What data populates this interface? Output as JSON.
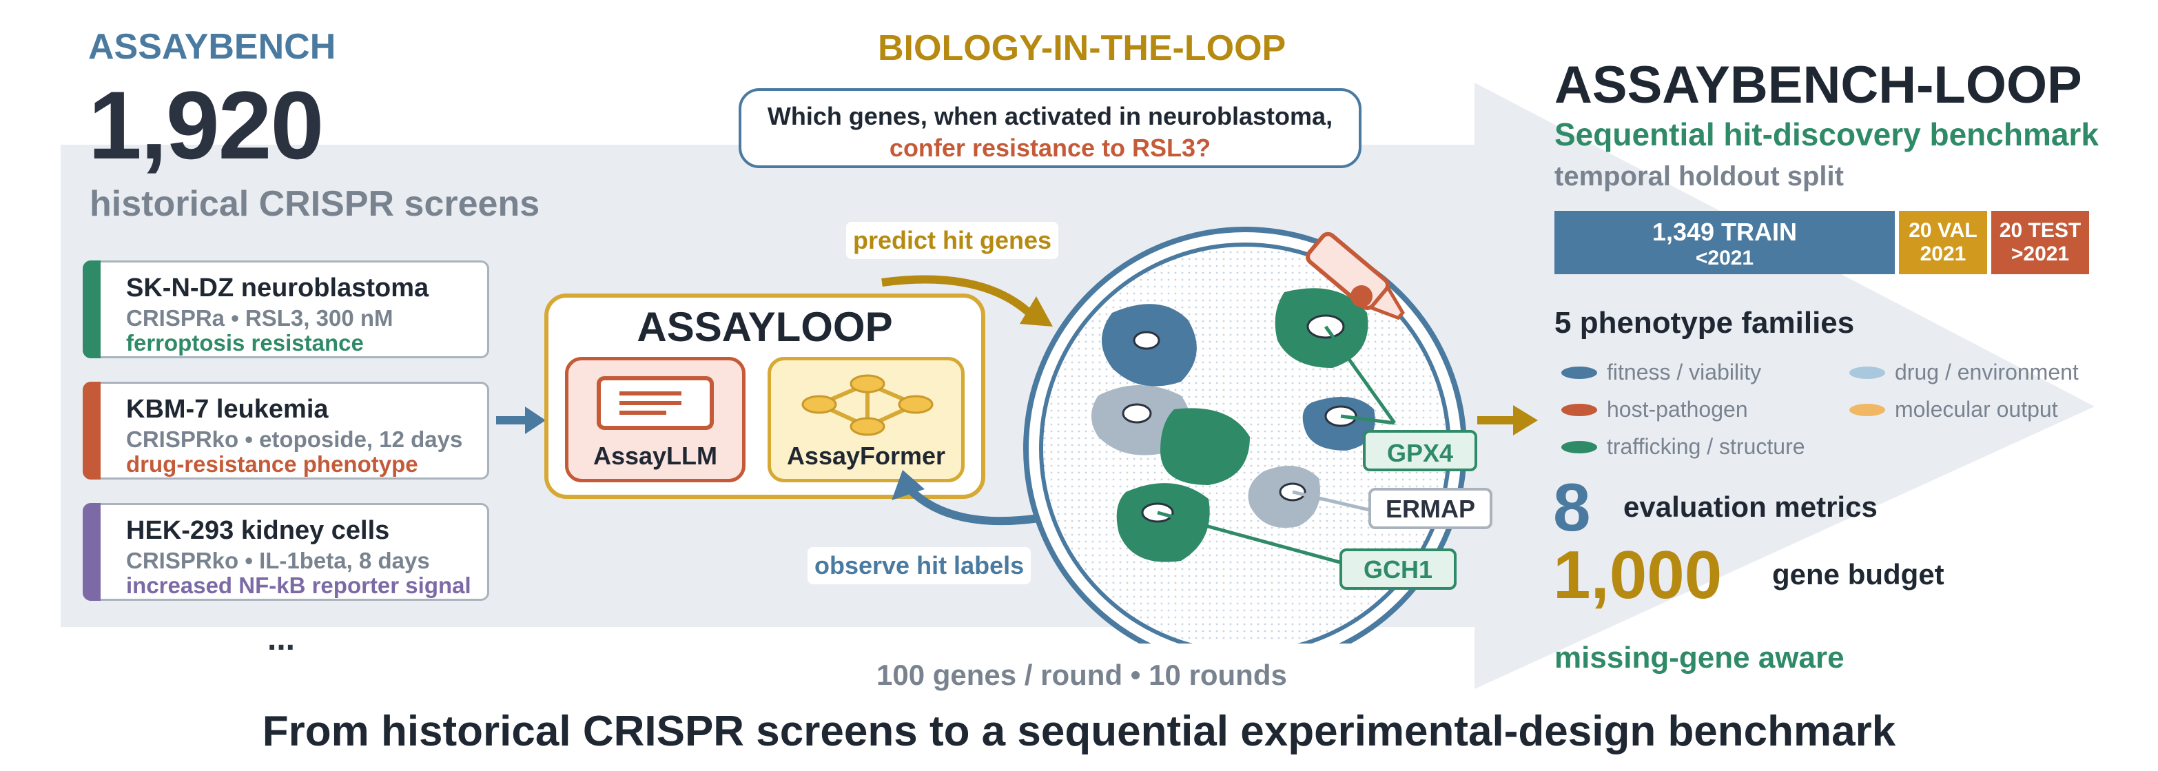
{
  "colors": {
    "blue": "#4a7a9f",
    "navy": "#2b3240",
    "gray": "#79838f",
    "gold": "#b68a10",
    "green": "#2f8a67",
    "orange": "#c45a37",
    "purple": "#7c6aa6",
    "band": "#e9edf2"
  },
  "left": {
    "heading": "ASSAYBENCH",
    "count": "1,920",
    "subtitle": "historical CRISPR screens",
    "cards": [
      {
        "title": "SK-N-DZ neuroblastoma",
        "detail": "CRISPRa  •  RSL3, 300 nM",
        "phenotype": "ferroptosis resistance"
      },
      {
        "title": "KBM-7 leukemia",
        "detail": "CRISPRko  •  etoposide, 12 days",
        "phenotype": "drug-resistance phenotype"
      },
      {
        "title": "HEK-293 kidney cells",
        "detail": "CRISPRko  •  IL-1beta, 8 days",
        "phenotype": "increased NF-kB reporter signal"
      }
    ],
    "ellipsis": "..."
  },
  "middle": {
    "heading": "BIOLOGY-IN-THE-LOOP",
    "question_line1": "Which genes, when activated in neuroblastoma,",
    "question_line2": "confer resistance to RSL3?",
    "loop_title": "ASSAYLOOP",
    "model1": "AssayLLM",
    "model2": "AssayFormer",
    "predict_label": "predict hit genes",
    "observe_label": "observe hit labels",
    "gene_labels": [
      "GPX4",
      "ERMAP",
      "GCH1"
    ],
    "rounds_text": "100 genes / round  •  10 rounds"
  },
  "right": {
    "heading": "ASSAYBENCH-LOOP",
    "subheading": "Sequential hit-discovery benchmark",
    "split_label": "temporal holdout split",
    "split": [
      {
        "line1": "1,349 TRAIN",
        "line2": "<2021",
        "count": 1349,
        "color": "#4a7a9f"
      },
      {
        "line1": "20 VAL",
        "line2": "2021",
        "count": 20,
        "color": "#d19a1f"
      },
      {
        "line1": "20 TEST",
        "line2": ">2021",
        "count": 20,
        "color": "#c45a37"
      }
    ],
    "families_heading": "5 phenotype families",
    "families": [
      {
        "label": "fitness / viability",
        "color": "#4a7a9f"
      },
      {
        "label": "drug / environment",
        "color": "#a9c8de"
      },
      {
        "label": "host-pathogen",
        "color": "#c45a37"
      },
      {
        "label": "molecular output",
        "color": "#f0b865"
      },
      {
        "label": "trafficking / structure",
        "color": "#2f8a67"
      }
    ],
    "metrics_number": "8",
    "metrics_label": "evaluation metrics",
    "budget_number": "1,000",
    "budget_label": "gene budget",
    "missing_aware": "missing-gene aware"
  },
  "footer": "From historical CRISPR screens to a sequential experimental-design benchmark"
}
